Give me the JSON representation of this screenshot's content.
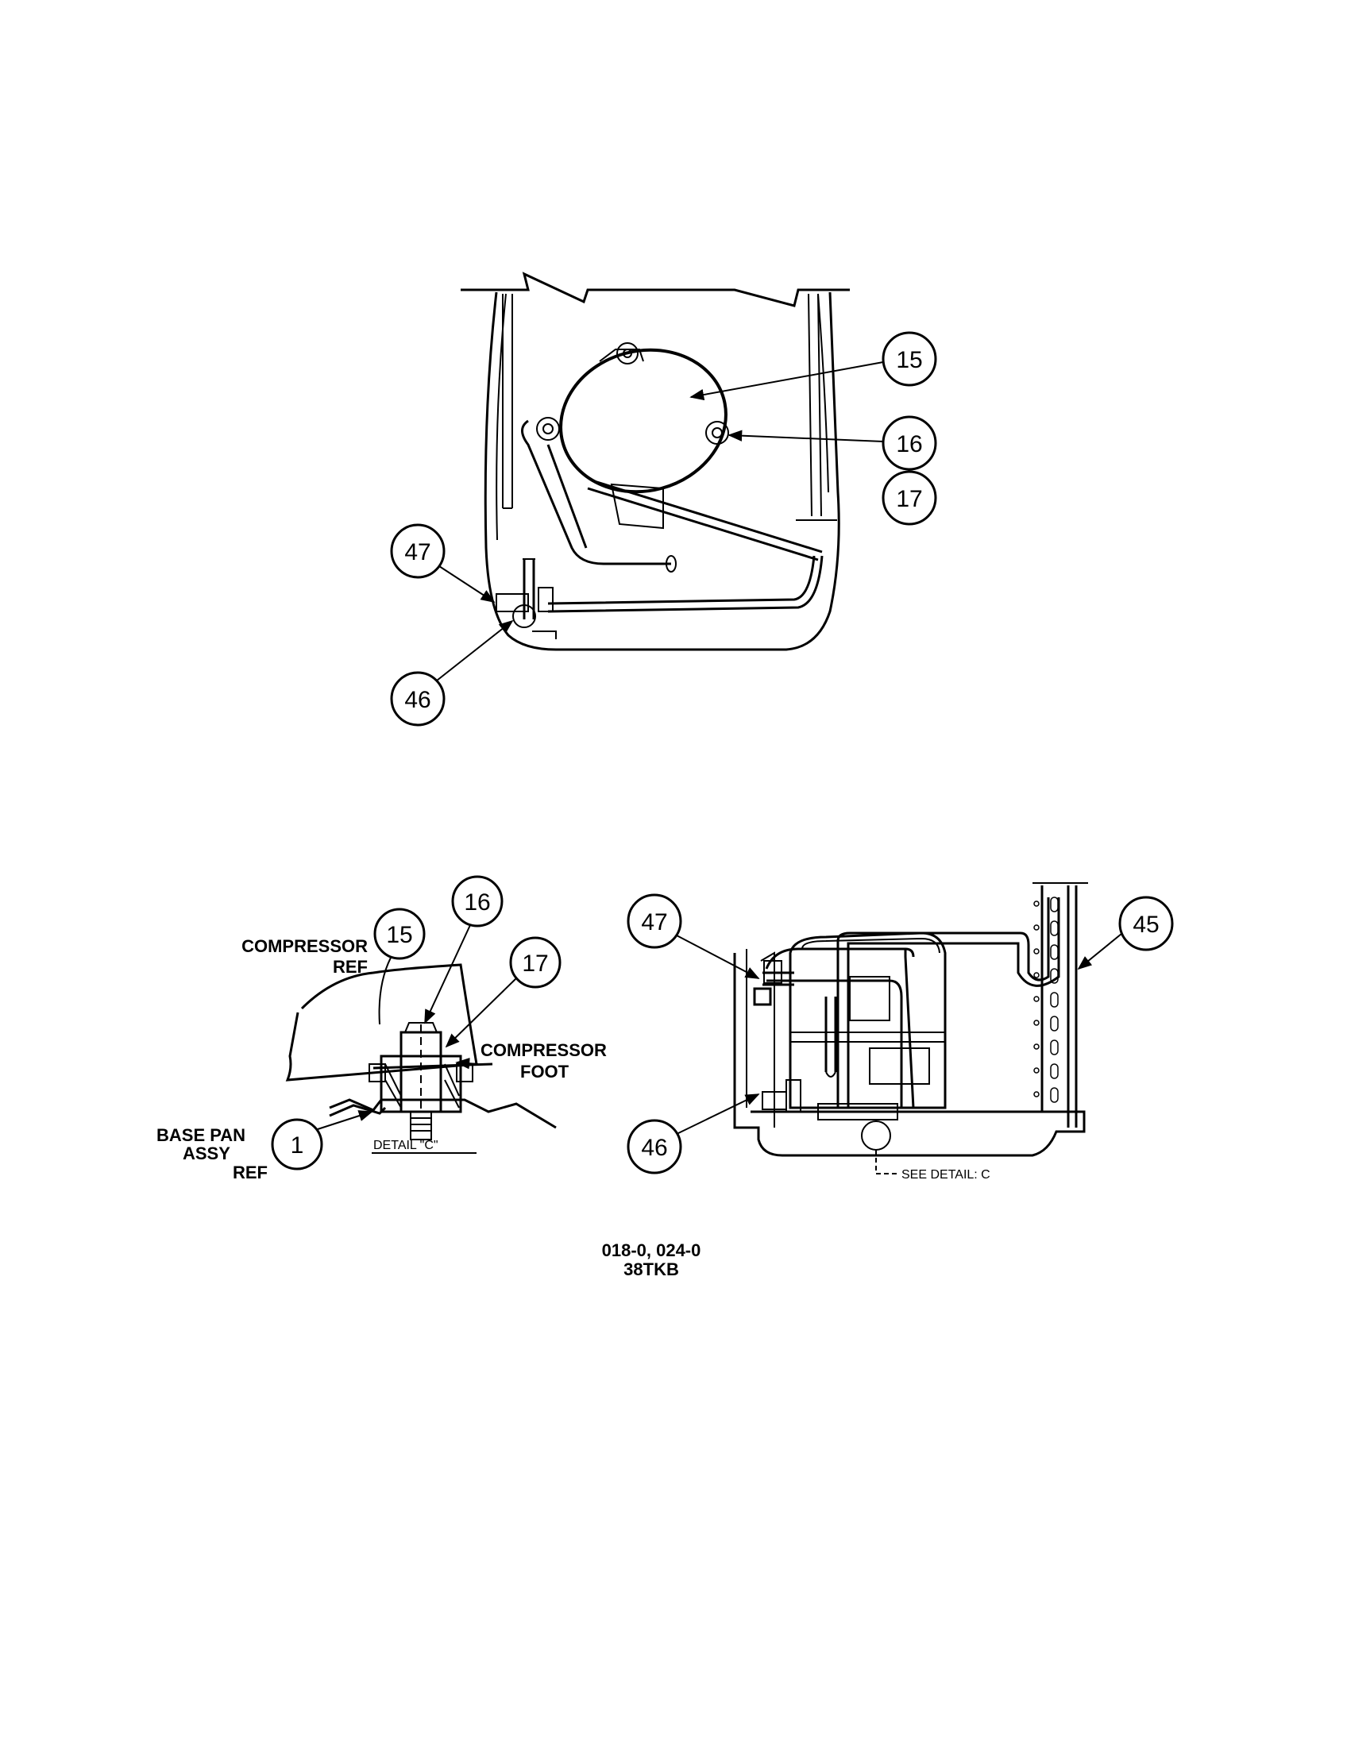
{
  "top_view": {
    "callouts": [
      "15",
      "16",
      "17",
      "47",
      "46"
    ]
  },
  "detail_c": {
    "callouts": [
      "15",
      "16",
      "17",
      "1"
    ],
    "labels": {
      "compressor_ref_1": "COMPRESSOR",
      "compressor_ref_2": "REF",
      "compressor_foot_1": "COMPRESSOR",
      "compressor_foot_2": "FOOT",
      "base_pan_1": "BASE PAN",
      "base_pan_2": "ASSY",
      "base_pan_3": "REF",
      "detail_title": "DETAIL \"C\""
    }
  },
  "side_view": {
    "callouts": [
      "47",
      "45",
      "46"
    ],
    "see_detail": "SEE DETAIL: C"
  },
  "caption": {
    "line1": "018-0, 024-0",
    "line2": "38TKB"
  }
}
